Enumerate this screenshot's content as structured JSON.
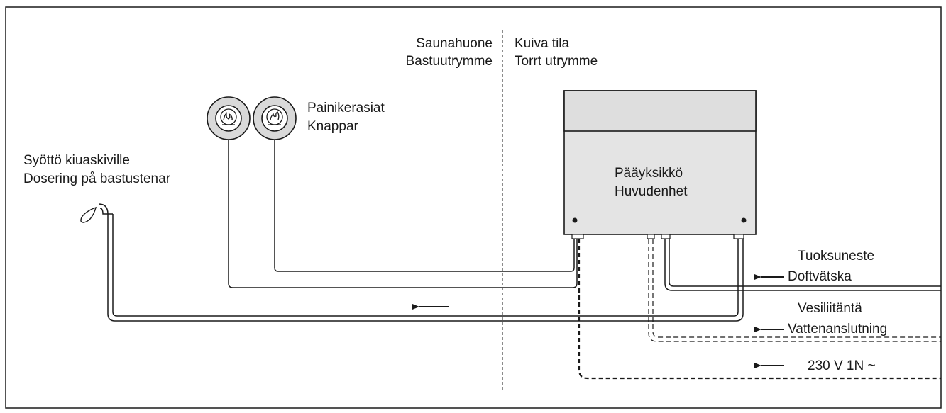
{
  "zones": {
    "wet": {
      "line1": "Saunahuone",
      "line2": "Bastuutrymme"
    },
    "dry": {
      "line1": "Kuiva tila",
      "line2": "Torrt utrymme"
    }
  },
  "buttons": {
    "line1": "Painikerasiat",
    "line2": "Knappar"
  },
  "dosing": {
    "line1": "Syöttö kiuaskiville",
    "line2": "Dosering på bastustenar"
  },
  "main_unit": {
    "line1": "Pääyksikkö",
    "line2": "Huvudenhet"
  },
  "fragrance": {
    "line1": "Tuoksuneste",
    "line2": "Doftvätska"
  },
  "water": {
    "line1": "Vesiliitäntä",
    "line2": "Vattenanslutning"
  },
  "power": {
    "label": "230 V 1N ~"
  },
  "colors": {
    "line": "#1a1a1a",
    "unit_top": "#dedede",
    "unit_body": "#e4e4e4",
    "button_bg": "#d9d9d9"
  },
  "icons": [
    "wave-button-icon",
    "drop-button-icon",
    "arrow-left-icon",
    "drop-icon"
  ]
}
